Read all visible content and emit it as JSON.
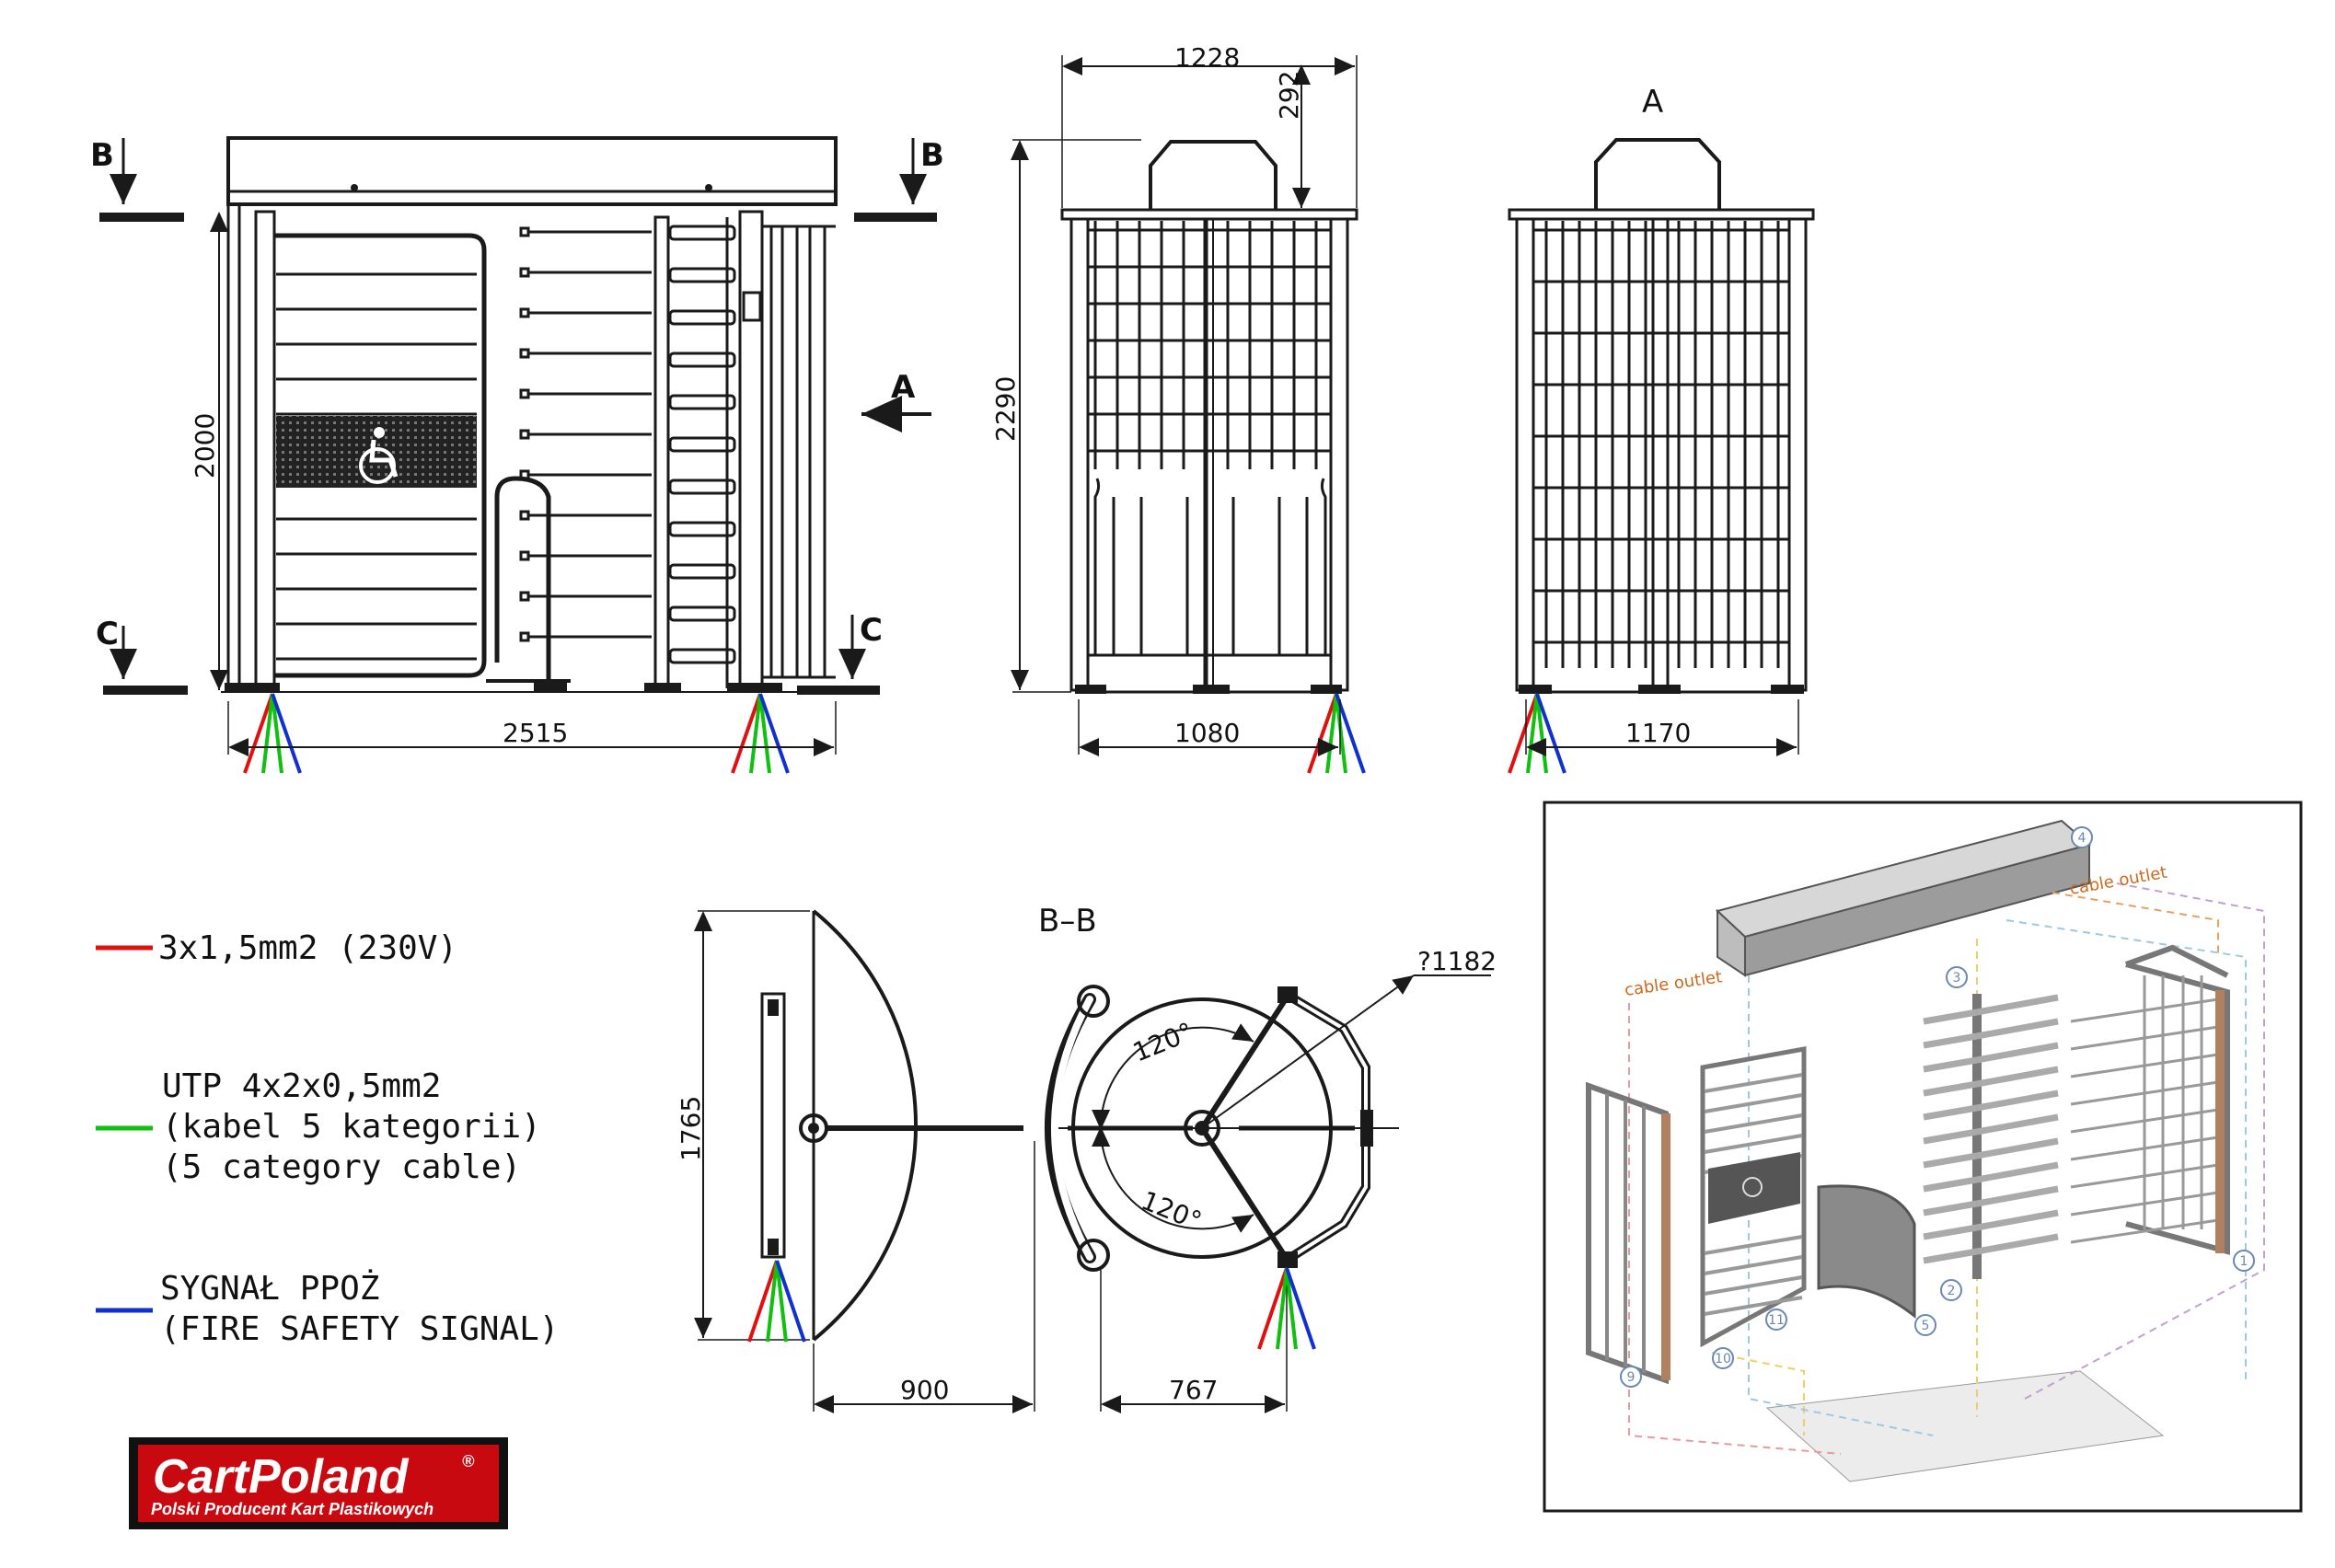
{
  "colors": {
    "power": "#e01010",
    "data": "#10c010",
    "fire": "#1030d0",
    "line": "#1a1a1a",
    "logo_bg": "#c80a10"
  },
  "front_view": {
    "section_b_left": "B",
    "section_b_right": "B",
    "section_c_left": "C",
    "section_c_right": "C",
    "view_arrow": "A",
    "height_dim": "2000",
    "width_dim": "2515"
  },
  "side_view": {
    "top_width_dim": "1228",
    "top_height_dim": "292",
    "height_dim": "2290",
    "base_width_dim": "1080"
  },
  "view_a": {
    "title": "A",
    "base_width_dim": "1170"
  },
  "section_bb": {
    "title": "B–B",
    "depth_dim": "1765",
    "gate_radius_dim": "900",
    "rotor_dim": "767",
    "diameter_dim": "?1182",
    "angle_top": "120°",
    "angle_bottom": "120°"
  },
  "legend": [
    {
      "lines": [
        "3x1,5mm2 (230V)"
      ],
      "color_key": "power"
    },
    {
      "lines": [
        "UTP 4x2x0,5mm2",
        "(kabel 5 kategorii)",
        "(5 category cable)"
      ],
      "color_key": "data"
    },
    {
      "lines": [
        "SYGNAŁ PPOŻ",
        "(FIRE SAFETY SIGNAL)"
      ],
      "color_key": "fire"
    }
  ],
  "logo": {
    "name": "CartPoland",
    "registered": "®",
    "tagline": "Polski Producent Kart Plastikowych"
  },
  "isometric": {
    "callouts": [
      "1",
      "2",
      "3",
      "4",
      "5",
      "9",
      "10",
      "11"
    ],
    "cable_outlet_left": "cable outlet",
    "cable_outlet_right": "cable outlet"
  }
}
